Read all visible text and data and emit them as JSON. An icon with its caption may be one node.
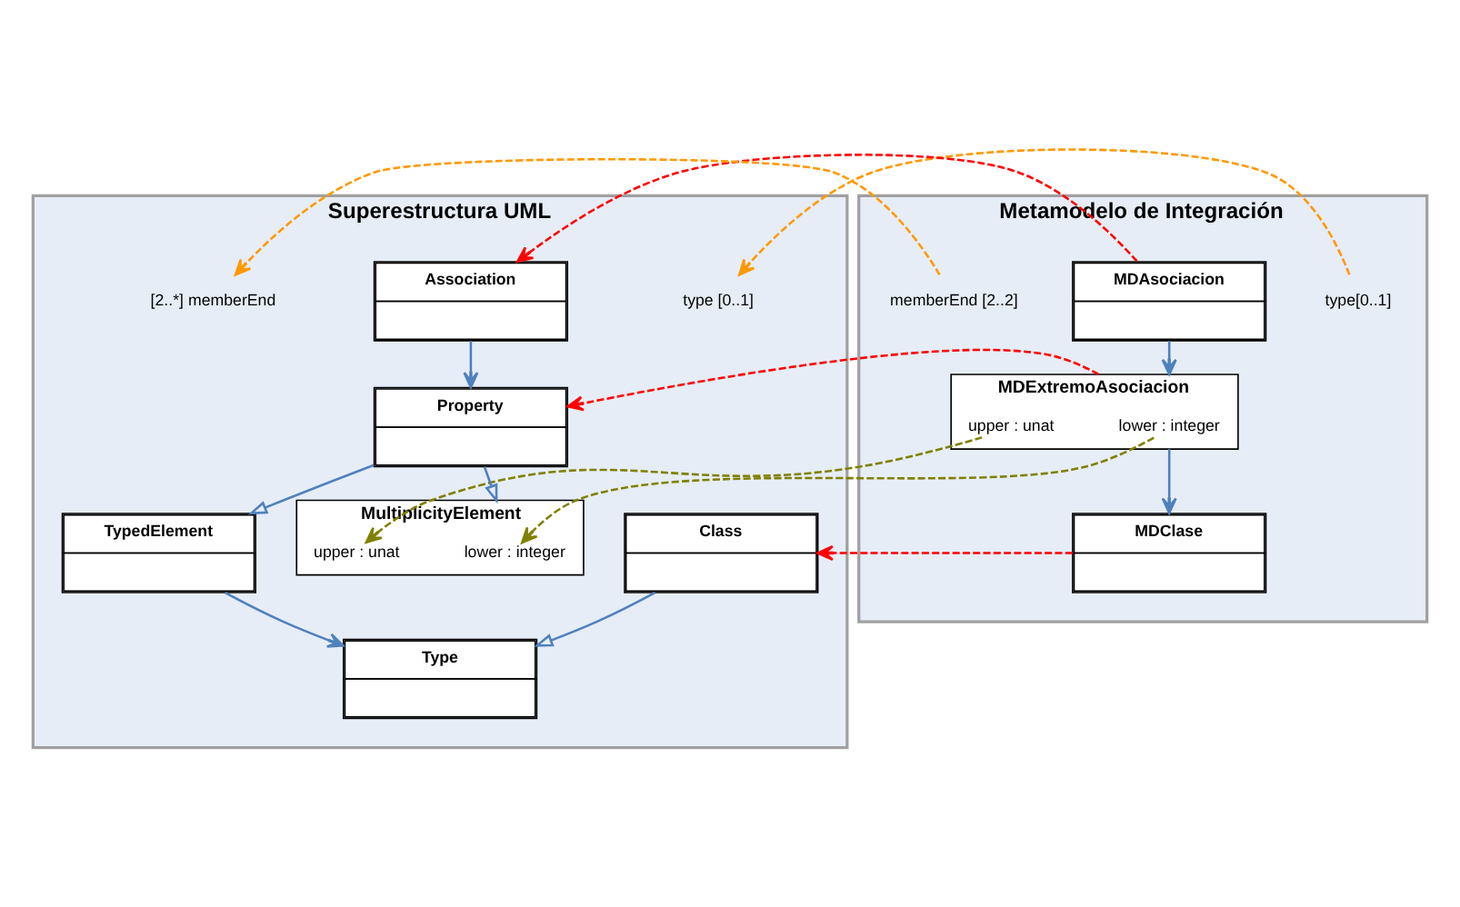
{
  "diagram": {
    "nodes": [
      {
        "text": [
          "Metamodelo de Integración"
        ]
      },
      {
        "text": [
          "Superestructura UML"
        ]
      },
      {
        "text": [
          "MDClase"
        ],
        "in": 0
      },
      {
        "text": [
          "type[0..1]"
        ],
        "in": 0
      },
      {
        "text": [
          "MDAsociacion"
        ],
        "in": 0
      },
      {
        "text": [
          "memberEnd [2..2]"
        ],
        "in": 0
      },
      {
        "text": [
          "MDExtremoAsociacion"
        ],
        "in": 0
      },
      {
        "text": [
          "lower : integer"
        ],
        "in": 6
      },
      {
        "text": [
          "upper : unat"
        ],
        "in": 6
      },
      {
        "text": [
          "Class"
        ],
        "in": 1
      },
      {
        "text": [
          "Type"
        ],
        "in": 1
      },
      {
        "text": [
          "type [0..1]"
        ],
        "in": 1
      },
      {
        "text": [
          "Association"
        ],
        "in": 1
      },
      {
        "text": [
          "TypedElement"
        ],
        "in": 1
      },
      {
        "text": [
          "[2..*] memberEnd"
        ],
        "in": 1
      },
      {
        "text": [
          "Property"
        ],
        "in": 1
      },
      {
        "text": [
          "MultiplicityElement"
        ],
        "in": 1
      },
      {
        "text": [
          "lower : integer"
        ],
        "in": 16
      },
      {
        "text": [
          "upper : unat"
        ],
        "in": 16
      }
    ],
    "edges": [
      {
        "from": 6,
        "to": 2,
        "arrow": "to"
      },
      {
        "from": 4,
        "to": 6,
        "arrow": "to"
      },
      {
        "from": 2,
        "to": 9,
        "arrow": "to",
        "style": "dashed",
        "color": "#ff0000"
      },
      {
        "from": 3,
        "to": 11,
        "arrow": "to",
        "style": "dashed",
        "color": "#ff9900"
      },
      {
        "from": 4,
        "to": 12,
        "arrow": "to",
        "style": "dashed",
        "color": "#ff0000"
      },
      {
        "from": 5,
        "to": 14,
        "arrow": "to",
        "style": "dashed",
        "color": "#ff9900"
      },
      {
        "from": 6,
        "to": 15,
        "arrow": "to",
        "style": "dashed",
        "color": "#ff0000"
      },
      {
        "from": 7,
        "to": 17,
        "arrow": "to",
        "style": "dashed",
        "color": "#808000"
      },
      {
        "from": 8,
        "to": 18,
        "arrow": "to",
        "style": "dashed",
        "color": "#808000"
      },
      {
        "from": 9,
        "to": 10,
        "arrow": "to"
      },
      {
        "from": 13,
        "to": 10,
        "arrow": "to"
      },
      {
        "from": 12,
        "to": 15,
        "arrow": "to"
      },
      {
        "from": 15,
        "to": 13,
        "arrow": "to"
      },
      {
        "from": 15,
        "to": 16,
        "arrow": "to"
      }
    ]
  }
}
